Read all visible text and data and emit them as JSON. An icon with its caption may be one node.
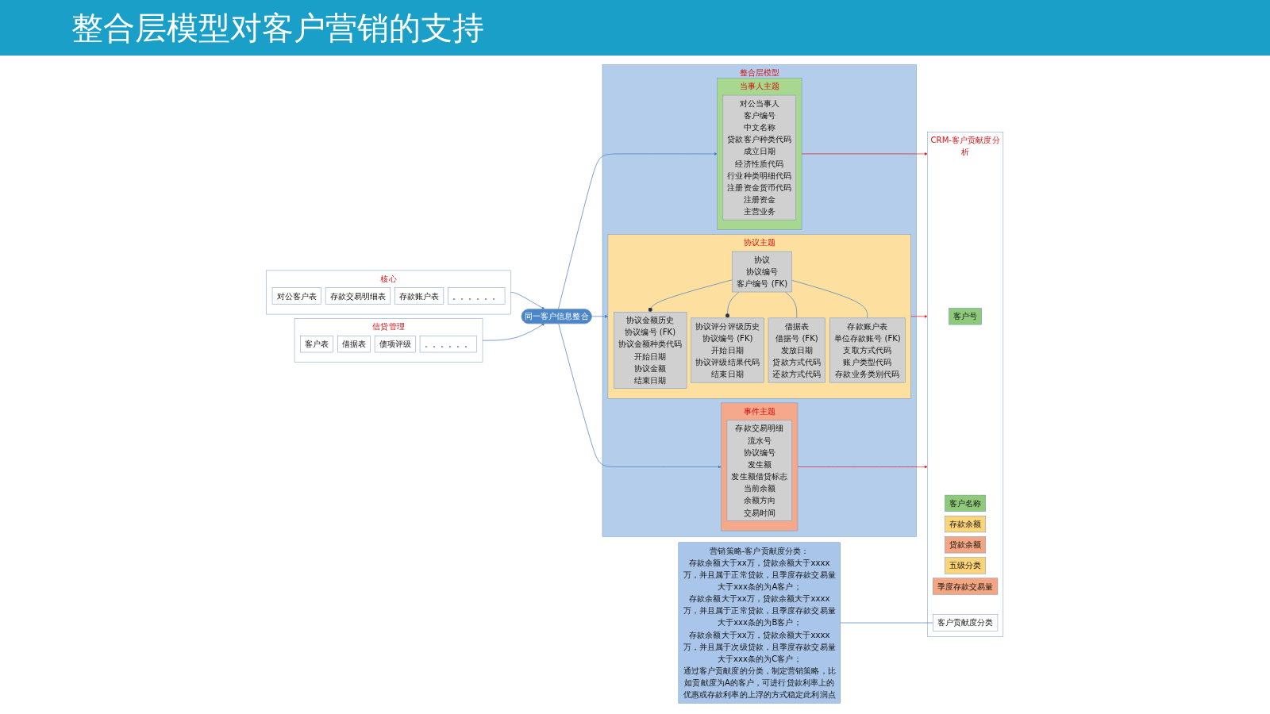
{
  "diagram": {
    "title": "整合层模型对客户营销的支持",
    "nodes": [
      {
        "text": [
          "核心"
        ]
      },
      {
        "text": [
          "对公客户表"
        ],
        "in": 0
      },
      {
        "text": [
          "存款交易明细表"
        ],
        "in": 0
      },
      {
        "text": [
          "存款账户表"
        ],
        "in": 0
      },
      {
        "text": [
          "。。。。。。"
        ],
        "in": 0
      },
      {
        "text": [
          "信贷管理"
        ]
      },
      {
        "text": [
          "客户表"
        ],
        "in": 5
      },
      {
        "text": [
          "借据表"
        ],
        "in": 5
      },
      {
        "text": [
          "债项评级"
        ],
        "in": 5
      },
      {
        "text": [
          "。。。。。。"
        ],
        "in": 5
      },
      {
        "text": [
          "同一客户信息整合"
        ]
      },
      {
        "text": [
          "整合层模型"
        ]
      },
      {
        "text": [
          "当事人主题"
        ],
        "in": 11
      },
      {
        "text": [
          "对公当事人",
          "客户编号",
          "中文名称",
          "贷款客户种类代码",
          "成立日期",
          "经济性质代码",
          "行业种类明细代码",
          "注册资金货币代码",
          "注册资金",
          "主营业务"
        ],
        "in": 12
      },
      {
        "text": [
          "协议主题"
        ],
        "in": 11
      },
      {
        "text": [
          "协议",
          "协议编号",
          "客户编号 (FK)"
        ],
        "in": 14
      },
      {
        "text": [
          "协议金额历史",
          "协议编号 (FK)",
          "协议金额种类代码",
          "开始日期",
          "协议金额",
          "结束日期"
        ],
        "in": 14
      },
      {
        "text": [
          "协议评分评级历史",
          "协议编号 (FK)",
          "开始日期",
          "协议评级结果代码",
          "结束日期"
        ],
        "in": 14
      },
      {
        "text": [
          "借据表",
          "借据号 (FK)",
          "发放日期",
          "贷款方式代码",
          "还款方式代码"
        ],
        "in": 14
      },
      {
        "text": [
          "存款账户表",
          "单位存款账号 (FK)",
          "支取方式代码",
          "账户类型代码",
          "存款业务类别代码"
        ],
        "in": 14
      },
      {
        "text": [
          "事件主题"
        ],
        "in": 11
      },
      {
        "text": [
          "存款交易明细",
          "流水号",
          "协议编号",
          "发生额",
          "发生额借贷标志",
          "当前余额",
          "余额方向",
          "交易时间"
        ],
        "in": 20
      },
      {
        "text": [
          "CRM-客户贡献度分析"
        ]
      },
      {
        "text": [
          "客户号"
        ],
        "in": 22
      },
      {
        "text": [
          "客户名称"
        ],
        "in": 22
      },
      {
        "text": [
          "存款余额"
        ],
        "in": 22
      },
      {
        "text": [
          "贷款余额"
        ],
        "in": 22
      },
      {
        "text": [
          "五级分类"
        ],
        "in": 22
      },
      {
        "text": [
          "季度存款交易量"
        ],
        "in": 22
      },
      {
        "text": [
          "客户贡献度分类"
        ],
        "in": 22
      },
      {
        "text": [
          "营销策略-客户贡献度分类：",
          "存款余额大于xx万，贷款余额大于xxxx万，并且属于正常贷款，且季度存款交易量大于xxx条的为A客户；",
          "存款余额大于xx万，贷款余额大于xxxx万，并且属于正常贷款，且季度存款交易量大于xxx条的为B客户；",
          "存款余额大于xx万，贷款余额大于xxxx万，并且属于次级贷款，且季度存款交易量大于xxx条的为C客户；",
          "通过客户贡献度的分类，制定营销策略，比如贡献度为A的客户，可进行贷款利率上的优惠或存款利率的上浮的方式稳定此利润点"
        ]
      }
    ],
    "edges": [
      {
        "from": 0,
        "to": 10,
        "arrow": "to"
      },
      {
        "from": 5,
        "to": 10,
        "arrow": "to"
      },
      {
        "from": 10,
        "to": 12,
        "arrow": "to"
      },
      {
        "from": 10,
        "to": 14,
        "arrow": "to"
      },
      {
        "from": 10,
        "to": 20,
        "arrow": "to"
      },
      {
        "from": 15,
        "to": 16,
        "arrow": "other"
      },
      {
        "from": 15,
        "to": 17,
        "arrow": "other"
      },
      {
        "from": 15,
        "to": 18,
        "arrow": "none"
      },
      {
        "from": 15,
        "to": 19,
        "arrow": "none"
      },
      {
        "from": 12,
        "to": 22,
        "arrow": "to",
        "color": "#e02020"
      },
      {
        "from": 14,
        "to": 22,
        "arrow": "to",
        "color": "#e02020"
      },
      {
        "from": 20,
        "to": 22,
        "arrow": "to",
        "color": "#e02020"
      },
      {
        "from": 30,
        "to": 29,
        "arrow": "none"
      }
    ]
  }
}
